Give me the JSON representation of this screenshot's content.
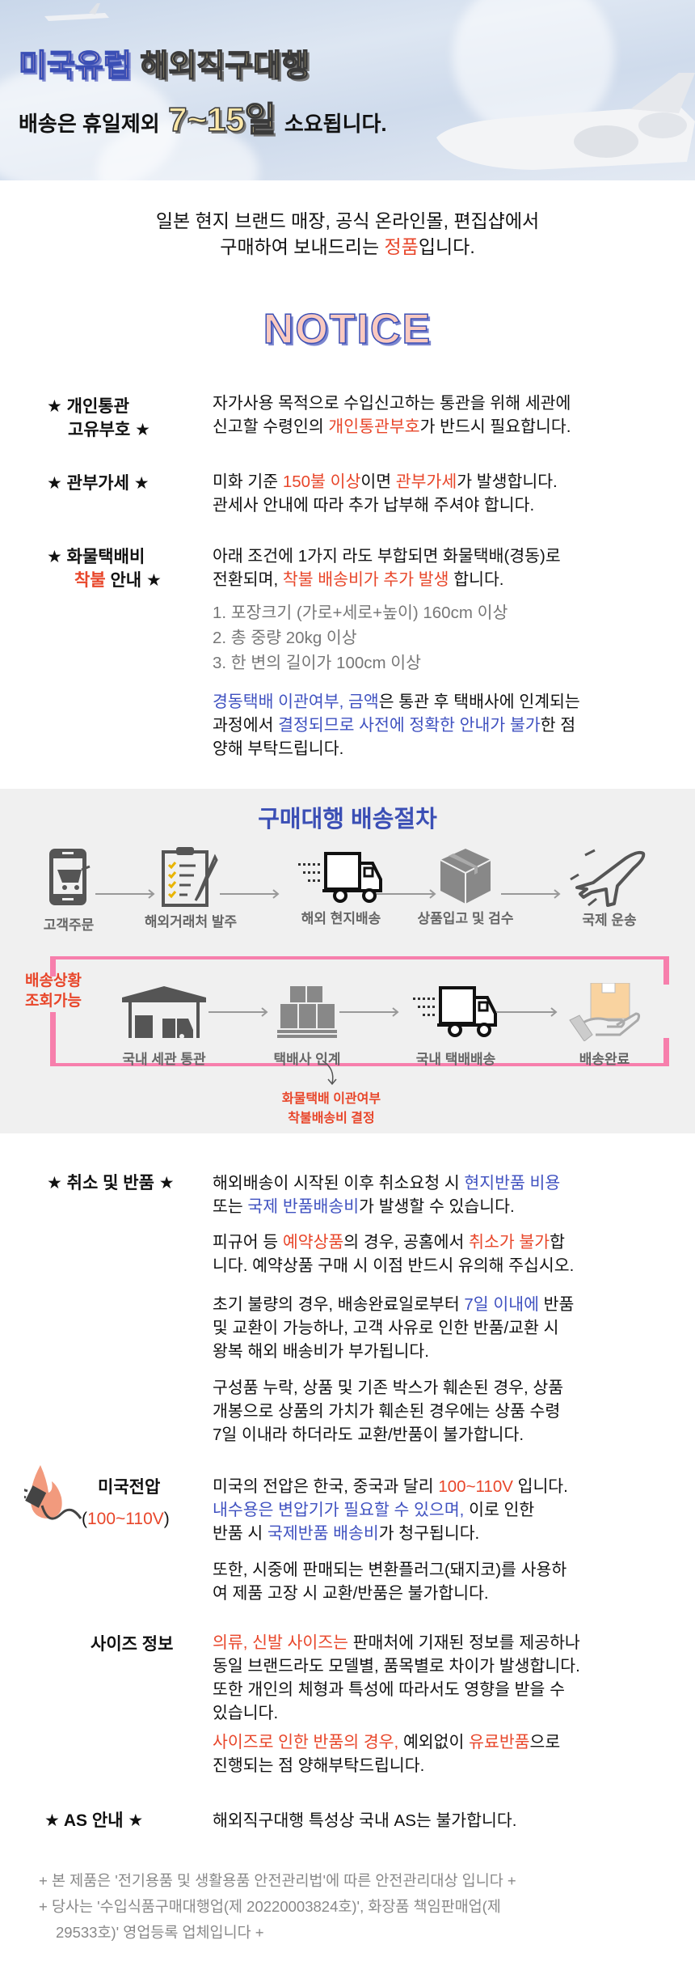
{
  "banner": {
    "title_a": "미국유럽",
    "title_b": "해외직구대행",
    "line2_a": "배송은 휴일제외",
    "line2_days": "7~15일",
    "line2_b": "소요됩니다."
  },
  "intro": {
    "lines": [
      [
        {
          "t": "일본 현지 브랜드 매장, 공식 온라인몰, 편집샵에서"
        }
      ],
      [
        {
          "t": "구매하여 보내드리는 "
        },
        {
          "t": "정품",
          "c": "red"
        },
        {
          "t": "입니다."
        }
      ]
    ]
  },
  "notice_title": "NOTICE",
  "colors": {
    "red": "#e8462a",
    "blue": "#3f51c0",
    "pink_border": "#f77fac",
    "flow_bg": "#f0f0f0"
  },
  "sections": {
    "customs_id": {
      "label": [
        [
          {
            "t": "★ 개인통관"
          }
        ],
        [
          {
            "t": "고유부호 ★"
          }
        ]
      ],
      "p1": [
        [
          {
            "t": "자가사용 목적으로 수입신고하는 통관을 위해 세관에"
          }
        ],
        [
          {
            "t": "신고할 수령인의 "
          },
          {
            "t": "개인통관부호",
            "c": "red"
          },
          {
            "t": "가 반드시 필요합니다."
          }
        ]
      ]
    },
    "duties": {
      "label": [
        [
          {
            "t": "★ 관부가세 ★"
          }
        ]
      ],
      "p1": [
        [
          {
            "t": "미화 기준 "
          },
          {
            "t": "150불 이상",
            "c": "red"
          },
          {
            "t": "이면 "
          },
          {
            "t": "관부가세",
            "c": "red"
          },
          {
            "t": "가 발생합니다."
          }
        ],
        [
          {
            "t": "관세사 안내에 따라 추가 납부해 주셔야 합니다."
          }
        ]
      ]
    },
    "freight": {
      "label": [
        [
          {
            "t": "★ 화물택배비"
          }
        ],
        [
          {
            "t": "착불",
            "c": "red"
          },
          {
            "t": " 안내 ★"
          }
        ]
      ],
      "p1": [
        [
          {
            "t": "아래 조건에 1가지 라도 부합되면 화물택배(경동)로"
          }
        ],
        [
          {
            "t": "전환되며, "
          },
          {
            "t": "착불 배송비가 추가 발생",
            "c": "red"
          },
          {
            "t": " 합니다."
          }
        ]
      ],
      "list": [
        [
          {
            "t": "1. 포장크기 (가로+세로+높이) 160cm 이상"
          }
        ],
        [
          {
            "t": "2. 총 중량 20kg 이상"
          }
        ],
        [
          {
            "t": "3. 한 변의 길이가 100cm 이상"
          }
        ]
      ],
      "p2": [
        [
          {
            "t": "경동택배 이관여부, 금액",
            "c": "blue"
          },
          {
            "t": "은 통관 후 택배사에 인계되는"
          }
        ],
        [
          {
            "t": "과정에서 "
          },
          {
            "t": "결정되므로 사전에 정확한 안내가 불가",
            "c": "blue"
          },
          {
            "t": "한 점"
          }
        ],
        [
          {
            "t": "양해 부탁드립니다."
          }
        ]
      ]
    },
    "cancel": {
      "label": [
        [
          {
            "t": "★ 취소 및 반품 ★"
          }
        ]
      ],
      "p1": [
        [
          {
            "t": "해외배송이 시작된 이후 취소요청 시 "
          },
          {
            "t": "현지반품 비용",
            "c": "blue"
          }
        ],
        [
          {
            "t": "또는 "
          },
          {
            "t": "국제 반품배송비",
            "c": "blue"
          },
          {
            "t": "가 발생할 수 있습니다."
          }
        ]
      ],
      "p2": [
        [
          {
            "t": "피규어 등 "
          },
          {
            "t": "예약상품",
            "c": "red"
          },
          {
            "t": "의 경우, 공홈에서 "
          },
          {
            "t": "취소가 불가",
            "c": "red"
          },
          {
            "t": "합"
          }
        ],
        [
          {
            "t": "니다. 예약상품 구매 시 이점 반드시 유의해 주십시오."
          }
        ]
      ],
      "p3": [
        [
          {
            "t": "초기 불량의 경우, 배송완료일로부터 "
          },
          {
            "t": "7일 이내에",
            "c": "blue"
          },
          {
            "t": " 반품"
          }
        ],
        [
          {
            "t": "및 교환이 가능하나, 고객 사유로 인한 반품/교환 시"
          }
        ],
        [
          {
            "t": "왕복 해외 배송비가 부가됩니다."
          }
        ]
      ],
      "p4": [
        [
          {
            "t": "구성품 누락, 상품 및 기존 박스가 훼손된 경우, 상품"
          }
        ],
        [
          {
            "t": "개봉으로 상품의 가치가 훼손된 경우에는 상품 수령"
          }
        ],
        [
          {
            "t": "7일 이내라 하더라도 교환/반품이 불가합니다."
          }
        ]
      ]
    },
    "voltage": {
      "label": "미국전압",
      "sub": "100~110V",
      "p1": [
        [
          {
            "t": "미국의 전압은 한국, 중국과 달리 "
          },
          {
            "t": "100~110V",
            "c": "red"
          },
          {
            "t": " 입니다."
          }
        ],
        [
          {
            "t": "내수용은 변압기가 필요할 수 있으며,",
            "c": "blue"
          },
          {
            "t": " 이로 인한"
          }
        ],
        [
          {
            "t": "반품 시 "
          },
          {
            "t": "국제반품 배송비",
            "c": "blue"
          },
          {
            "t": "가 청구됩니다."
          }
        ]
      ],
      "p2": [
        [
          {
            "t": "또한, 시중에 판매되는 변환플러그(돼지코)를 사용하"
          }
        ],
        [
          {
            "t": "여 제품 고장 시 교환/반품은 불가합니다."
          }
        ]
      ]
    },
    "size": {
      "label": "사이즈 정보",
      "p1": [
        [
          {
            "t": "의류, 신발 사이즈는",
            "c": "red"
          },
          {
            "t": " 판매처에 기재된 정보를 제공하나"
          }
        ],
        [
          {
            "t": "동일 브랜드라도 모델별, 품목별로 차이가 발생합니다."
          }
        ],
        [
          {
            "t": "또한 개인의 체형과 특성에 따라서도 영향을 받을 수"
          }
        ],
        [
          {
            "t": "있습니다."
          }
        ]
      ],
      "p2": [
        [
          {
            "t": "사이즈로 인한 반품의 경우,",
            "c": "red"
          },
          {
            "t": " 예외없이 "
          },
          {
            "t": "유료반품",
            "c": "red"
          },
          {
            "t": "으로"
          }
        ],
        [
          {
            "t": "진행되는 점 양해부탁드립니다."
          }
        ]
      ]
    },
    "as": {
      "label": [
        [
          {
            "t": "★ AS 안내 ★"
          }
        ]
      ],
      "p1": [
        [
          {
            "t": "해외직구대행 특성상 국내 AS는 불가합니다."
          }
        ]
      ]
    }
  },
  "flow": {
    "title": "구매대행 배송절차",
    "row1": [
      {
        "label": "고객주문",
        "icon": "phone-cart-icon"
      },
      {
        "label": "해외거래처 발주",
        "icon": "clipboard-icon"
      },
      {
        "label": "해외 현지배송",
        "icon": "truck-icon"
      },
      {
        "label": "상품입고 및 검수",
        "icon": "box-icon"
      },
      {
        "label": "국제 운송",
        "icon": "airplane-icon"
      }
    ],
    "row2": [
      {
        "label": "국내 세관 통관",
        "icon": "warehouse-icon"
      },
      {
        "label": "택배사 인계",
        "icon": "pallet-icon"
      },
      {
        "label": "국내 택배배송",
        "icon": "truck-icon"
      },
      {
        "label": "배송완료",
        "icon": "hand-box-icon"
      }
    ],
    "side_label": [
      "배송상황",
      "조회가능"
    ],
    "note": [
      "화물택배 이관여부",
      "착불배송비 결정"
    ]
  },
  "footer": [
    "+ 본 제품은 '전기용품 및 생활용품 안전관리법'에 따른 안전관리대상 입니다 +",
    "+ 당사는 '수입식품구매대행업(제 20220003824호)', 화장품 책임판매업(제",
    "29533호)' 영업등록 업체입니다 +"
  ]
}
